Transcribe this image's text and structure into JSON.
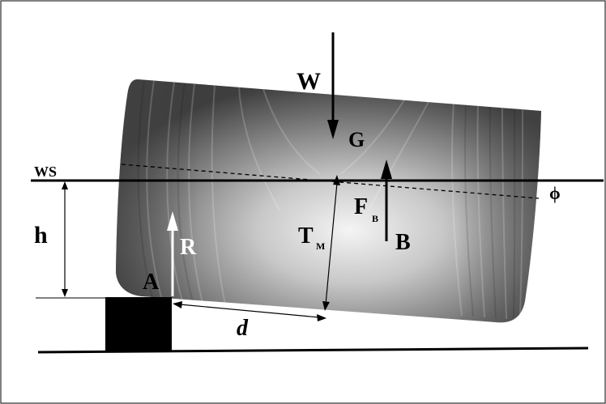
{
  "labels": {
    "W": "W",
    "G": "G",
    "ws": "WS",
    "phi": "ϕ",
    "h": "h",
    "F": "F",
    "F_sub": "B",
    "T": "T",
    "T_sub": "M",
    "B": "B",
    "R": "R",
    "A": "A",
    "d": "d"
  },
  "colors": {
    "hull_dark": "#3c3c3c",
    "hull_mid": "#8a8a8a",
    "hull_light": "#e8e8e8",
    "line": "#000000",
    "block": "#000000"
  }
}
